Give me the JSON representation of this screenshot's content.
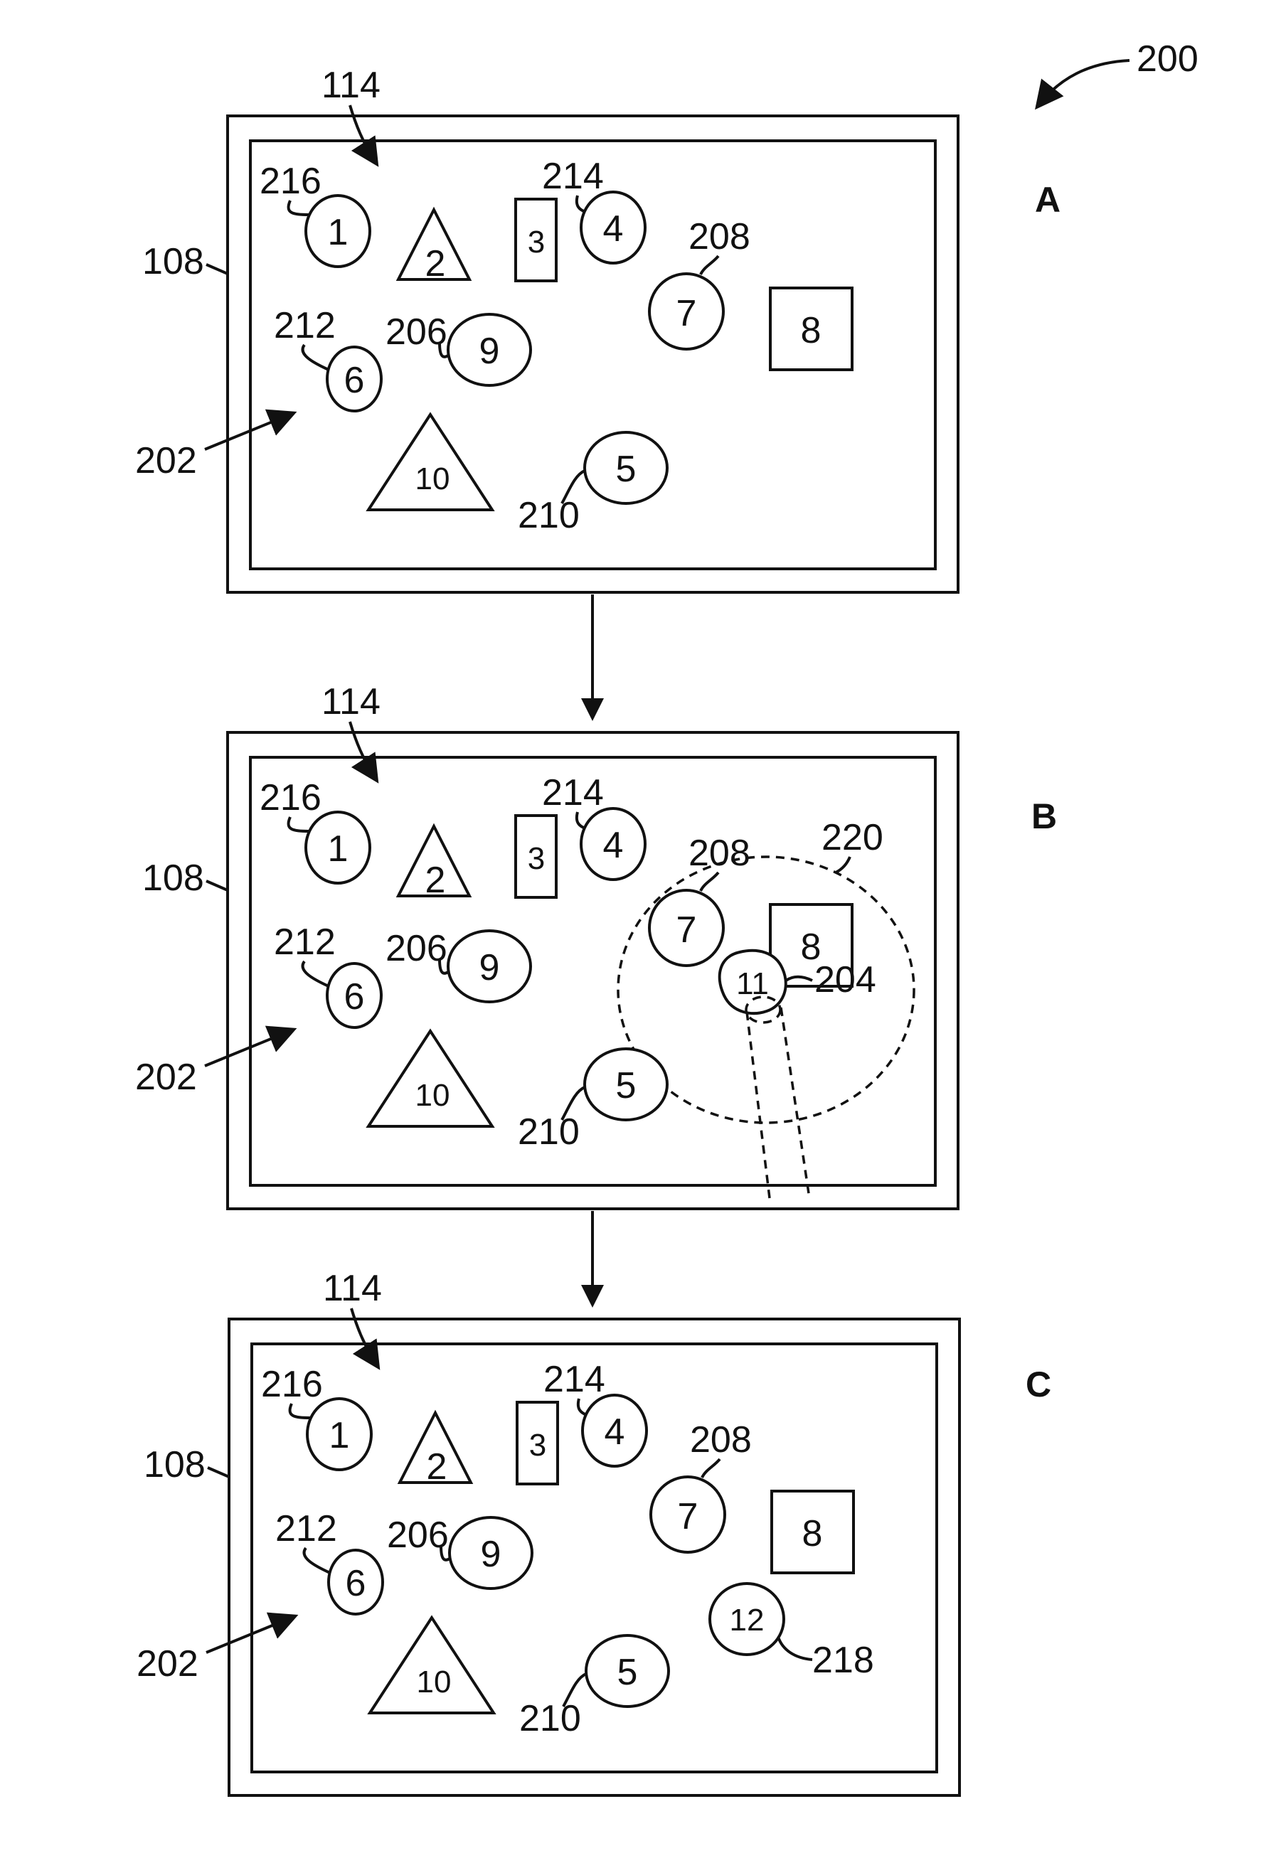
{
  "figure_ref": "200",
  "panels": [
    {
      "id": "A",
      "letter": "A",
      "refs": {
        "display": "114",
        "frame": "108",
        "objects": "202",
        "obj1": "216",
        "obj4": "214",
        "obj7": "208",
        "obj6": "212",
        "obj9": "206",
        "obj5": "210"
      },
      "objects": [
        {
          "num": "1",
          "shape": "circle"
        },
        {
          "num": "2",
          "shape": "triangle"
        },
        {
          "num": "3",
          "shape": "rectangle"
        },
        {
          "num": "4",
          "shape": "circle"
        },
        {
          "num": "5",
          "shape": "circle"
        },
        {
          "num": "6",
          "shape": "circle"
        },
        {
          "num": "7",
          "shape": "circle"
        },
        {
          "num": "8",
          "shape": "square"
        },
        {
          "num": "9",
          "shape": "circle"
        },
        {
          "num": "10",
          "shape": "triangle"
        }
      ]
    },
    {
      "id": "B",
      "letter": "B",
      "refs": {
        "display": "114",
        "frame": "108",
        "objects": "202",
        "obj1": "216",
        "obj4": "214",
        "obj7": "208",
        "obj6": "212",
        "obj9": "206",
        "obj5": "210",
        "region": "220",
        "new_obj": "204"
      },
      "objects": [
        {
          "num": "1",
          "shape": "circle"
        },
        {
          "num": "2",
          "shape": "triangle"
        },
        {
          "num": "3",
          "shape": "rectangle"
        },
        {
          "num": "4",
          "shape": "circle"
        },
        {
          "num": "5",
          "shape": "circle"
        },
        {
          "num": "6",
          "shape": "circle"
        },
        {
          "num": "7",
          "shape": "circle"
        },
        {
          "num": "8",
          "shape": "square"
        },
        {
          "num": "9",
          "shape": "circle"
        },
        {
          "num": "10",
          "shape": "triangle"
        },
        {
          "num": "11",
          "shape": "blob"
        }
      ]
    },
    {
      "id": "C",
      "letter": "C",
      "refs": {
        "display": "114",
        "frame": "108",
        "objects": "202",
        "obj1": "216",
        "obj4": "214",
        "obj7": "208",
        "obj6": "212",
        "obj9": "206",
        "obj5": "210",
        "obj12": "218"
      },
      "objects": [
        {
          "num": "1",
          "shape": "circle"
        },
        {
          "num": "2",
          "shape": "triangle"
        },
        {
          "num": "3",
          "shape": "rectangle"
        },
        {
          "num": "4",
          "shape": "circle"
        },
        {
          "num": "5",
          "shape": "circle"
        },
        {
          "num": "6",
          "shape": "circle"
        },
        {
          "num": "7",
          "shape": "circle"
        },
        {
          "num": "8",
          "shape": "square"
        },
        {
          "num": "9",
          "shape": "circle"
        },
        {
          "num": "10",
          "shape": "triangle"
        },
        {
          "num": "12",
          "shape": "circle"
        }
      ]
    }
  ]
}
